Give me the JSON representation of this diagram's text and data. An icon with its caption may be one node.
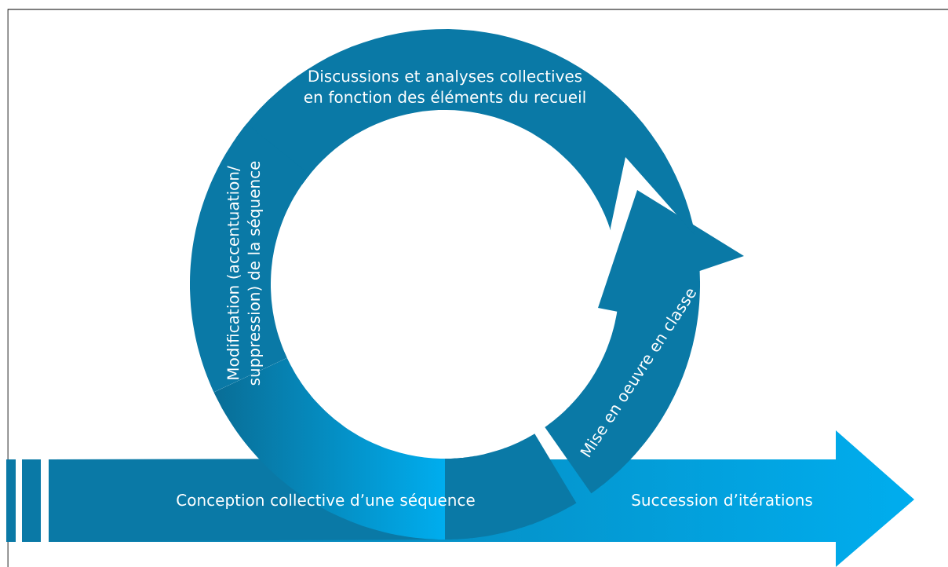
{
  "diagram": {
    "nodes": [
      {
        "text": [
          "Conception collective d’une séquence"
        ]
      },
      {
        "text": [
          "Mise en oeuvre en classe"
        ]
      },
      {
        "text": [
          "Discussions et analyses collectives en fonction des éléments du recueil"
        ]
      },
      {
        "text": [
          "Modification (accentuation/ suppression) de la séquence"
        ]
      },
      {
        "text": [
          "Succession d’itérations"
        ]
      }
    ]
  }
}
